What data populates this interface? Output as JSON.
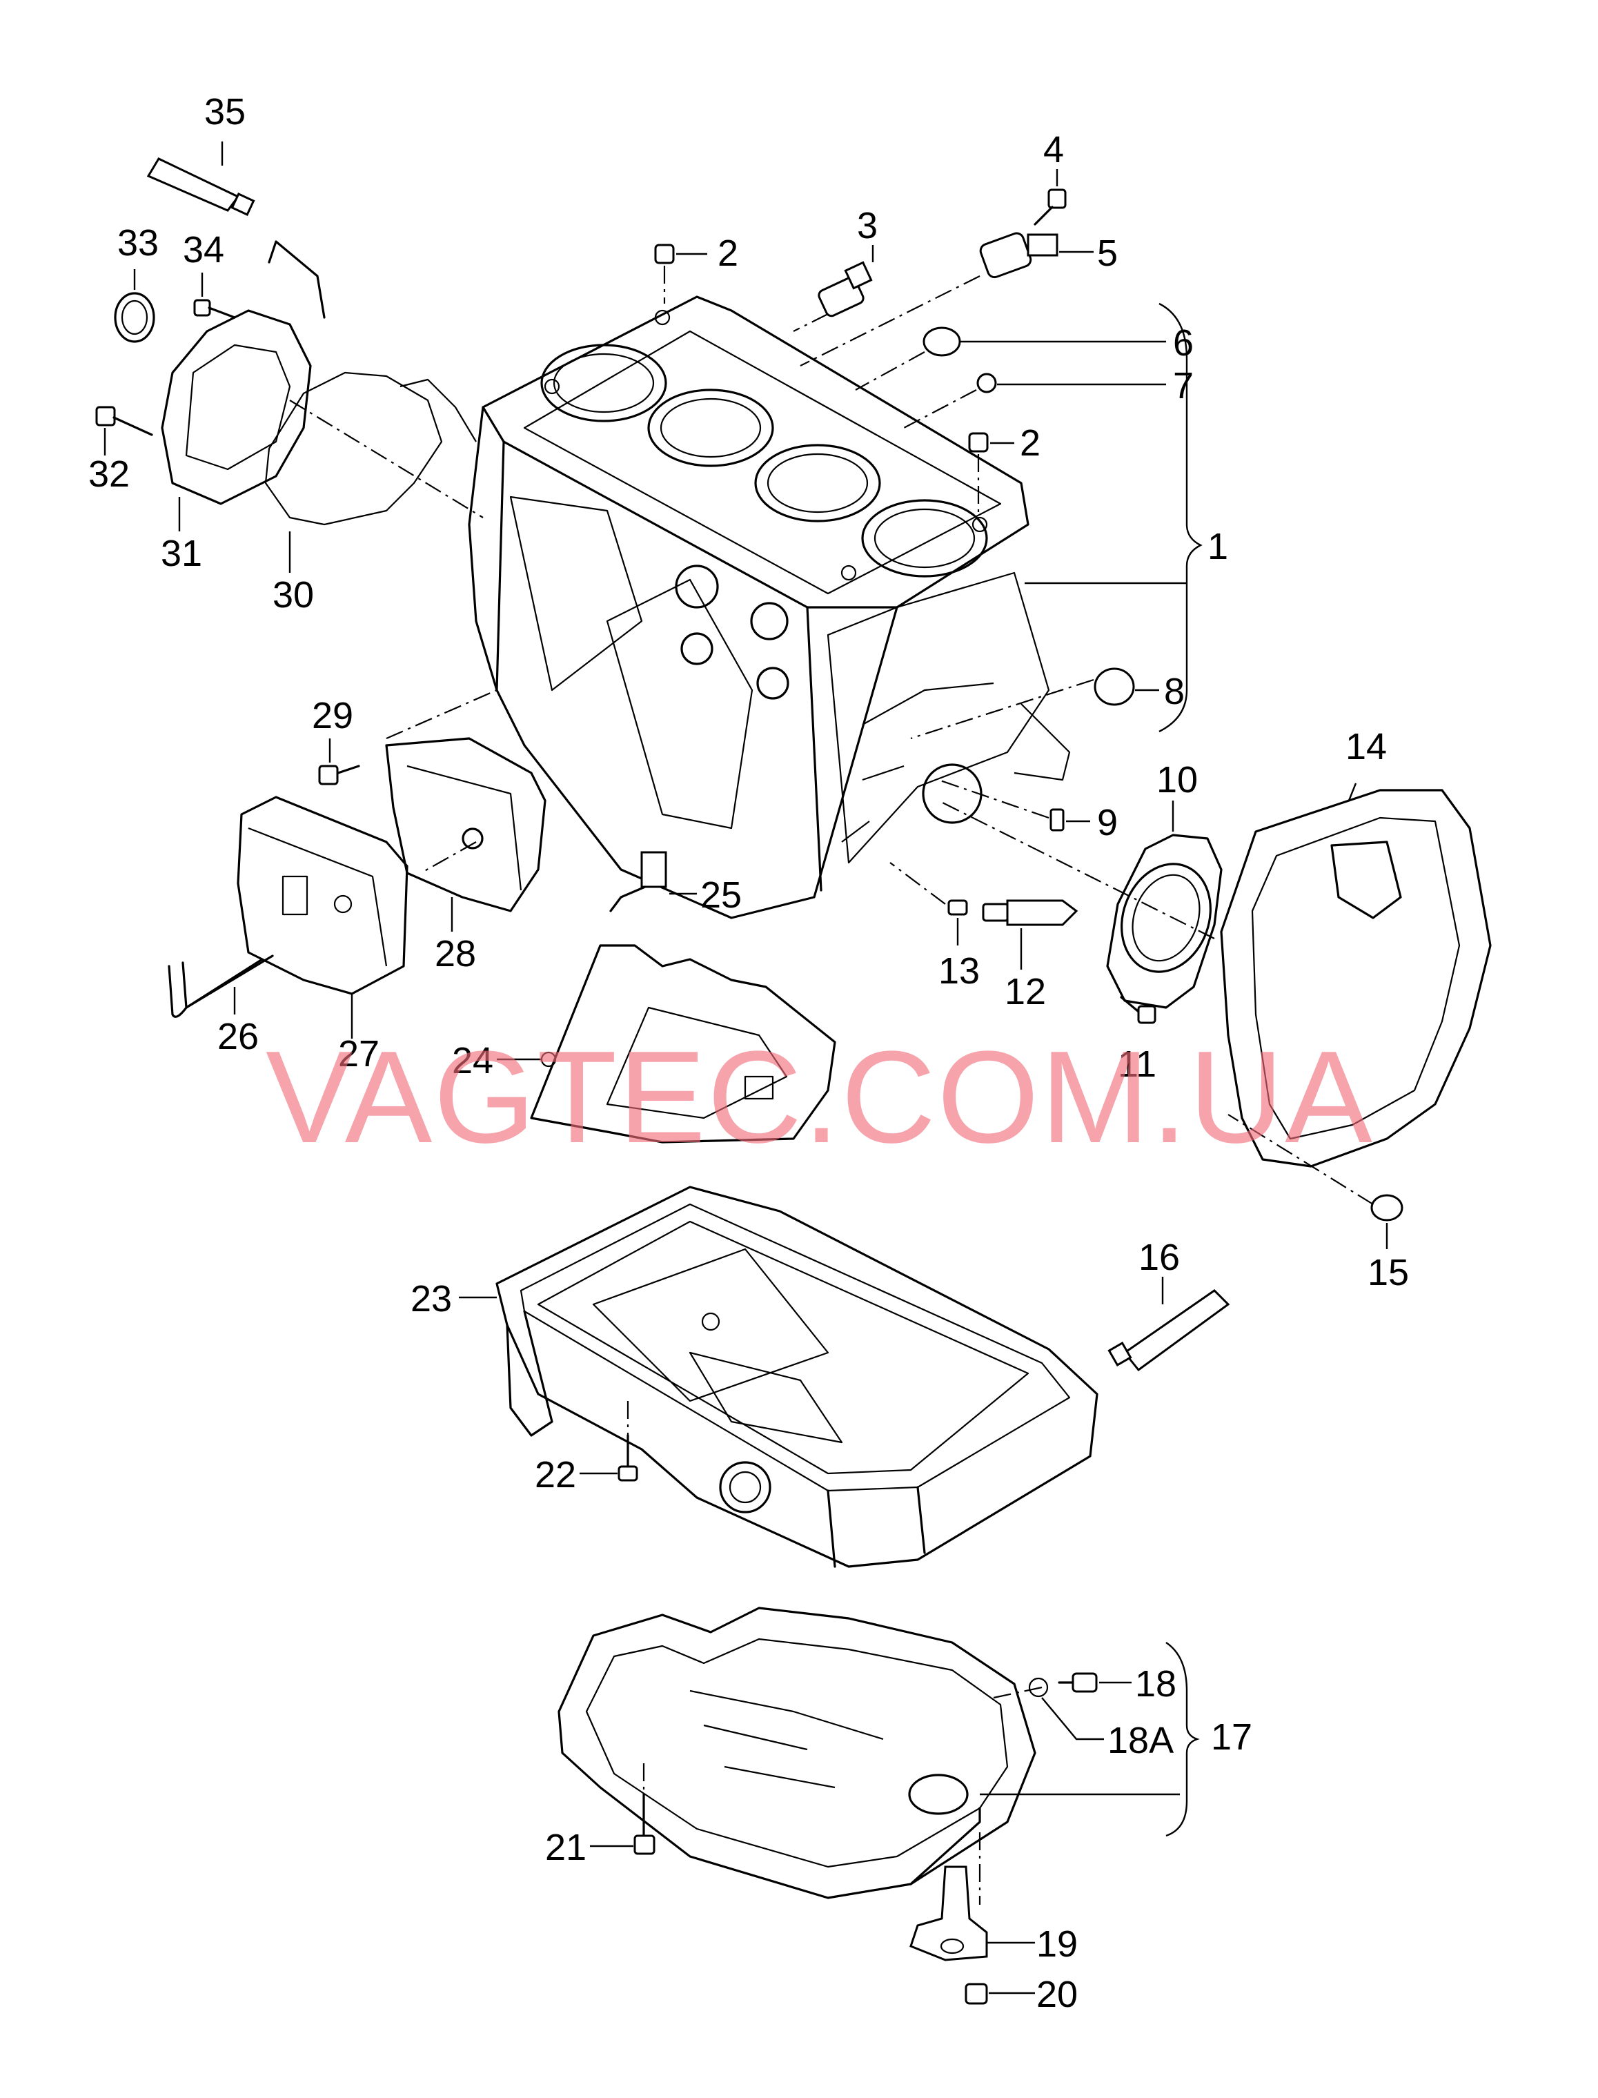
{
  "labels": {
    "p1": "1",
    "p2a": "2",
    "p2b": "2",
    "p3": "3",
    "p4": "4",
    "p5": "5",
    "p6": "6",
    "p7": "7",
    "p8": "8",
    "p9": "9",
    "p10": "10",
    "p11": "11",
    "p12": "12",
    "p13": "13",
    "p14": "14",
    "p15": "15",
    "p16": "16",
    "p17": "17",
    "p18": "18",
    "p18a": "18A",
    "p19": "19",
    "p20": "20",
    "p21": "21",
    "p22": "22",
    "p23": "23",
    "p24": "24",
    "p25": "25",
    "p26": "26",
    "p27": "27",
    "p28": "28",
    "p29": "29",
    "p30": "30",
    "p31": "31",
    "p32": "32",
    "p33": "33",
    "p34": "34",
    "p35": "35"
  },
  "watermark": "VAGTEC.COM.UA"
}
